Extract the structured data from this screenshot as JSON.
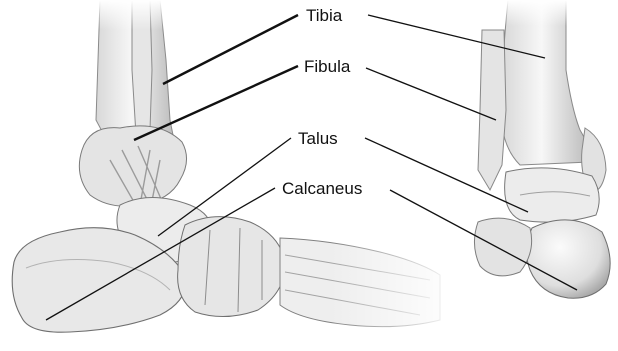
{
  "labels": {
    "tibia": "Tibia",
    "fibula": "Fibula",
    "talus": "Talus",
    "calcaneus": "Calcaneus"
  },
  "colors": {
    "bone_fill": "#e9e9e9",
    "bone_light": "#f6f6f6",
    "bone_shadow": "#9a9a9a",
    "bone_outline": "#6f6f6f",
    "label_text": "#111111",
    "leader_line": "#111111"
  }
}
